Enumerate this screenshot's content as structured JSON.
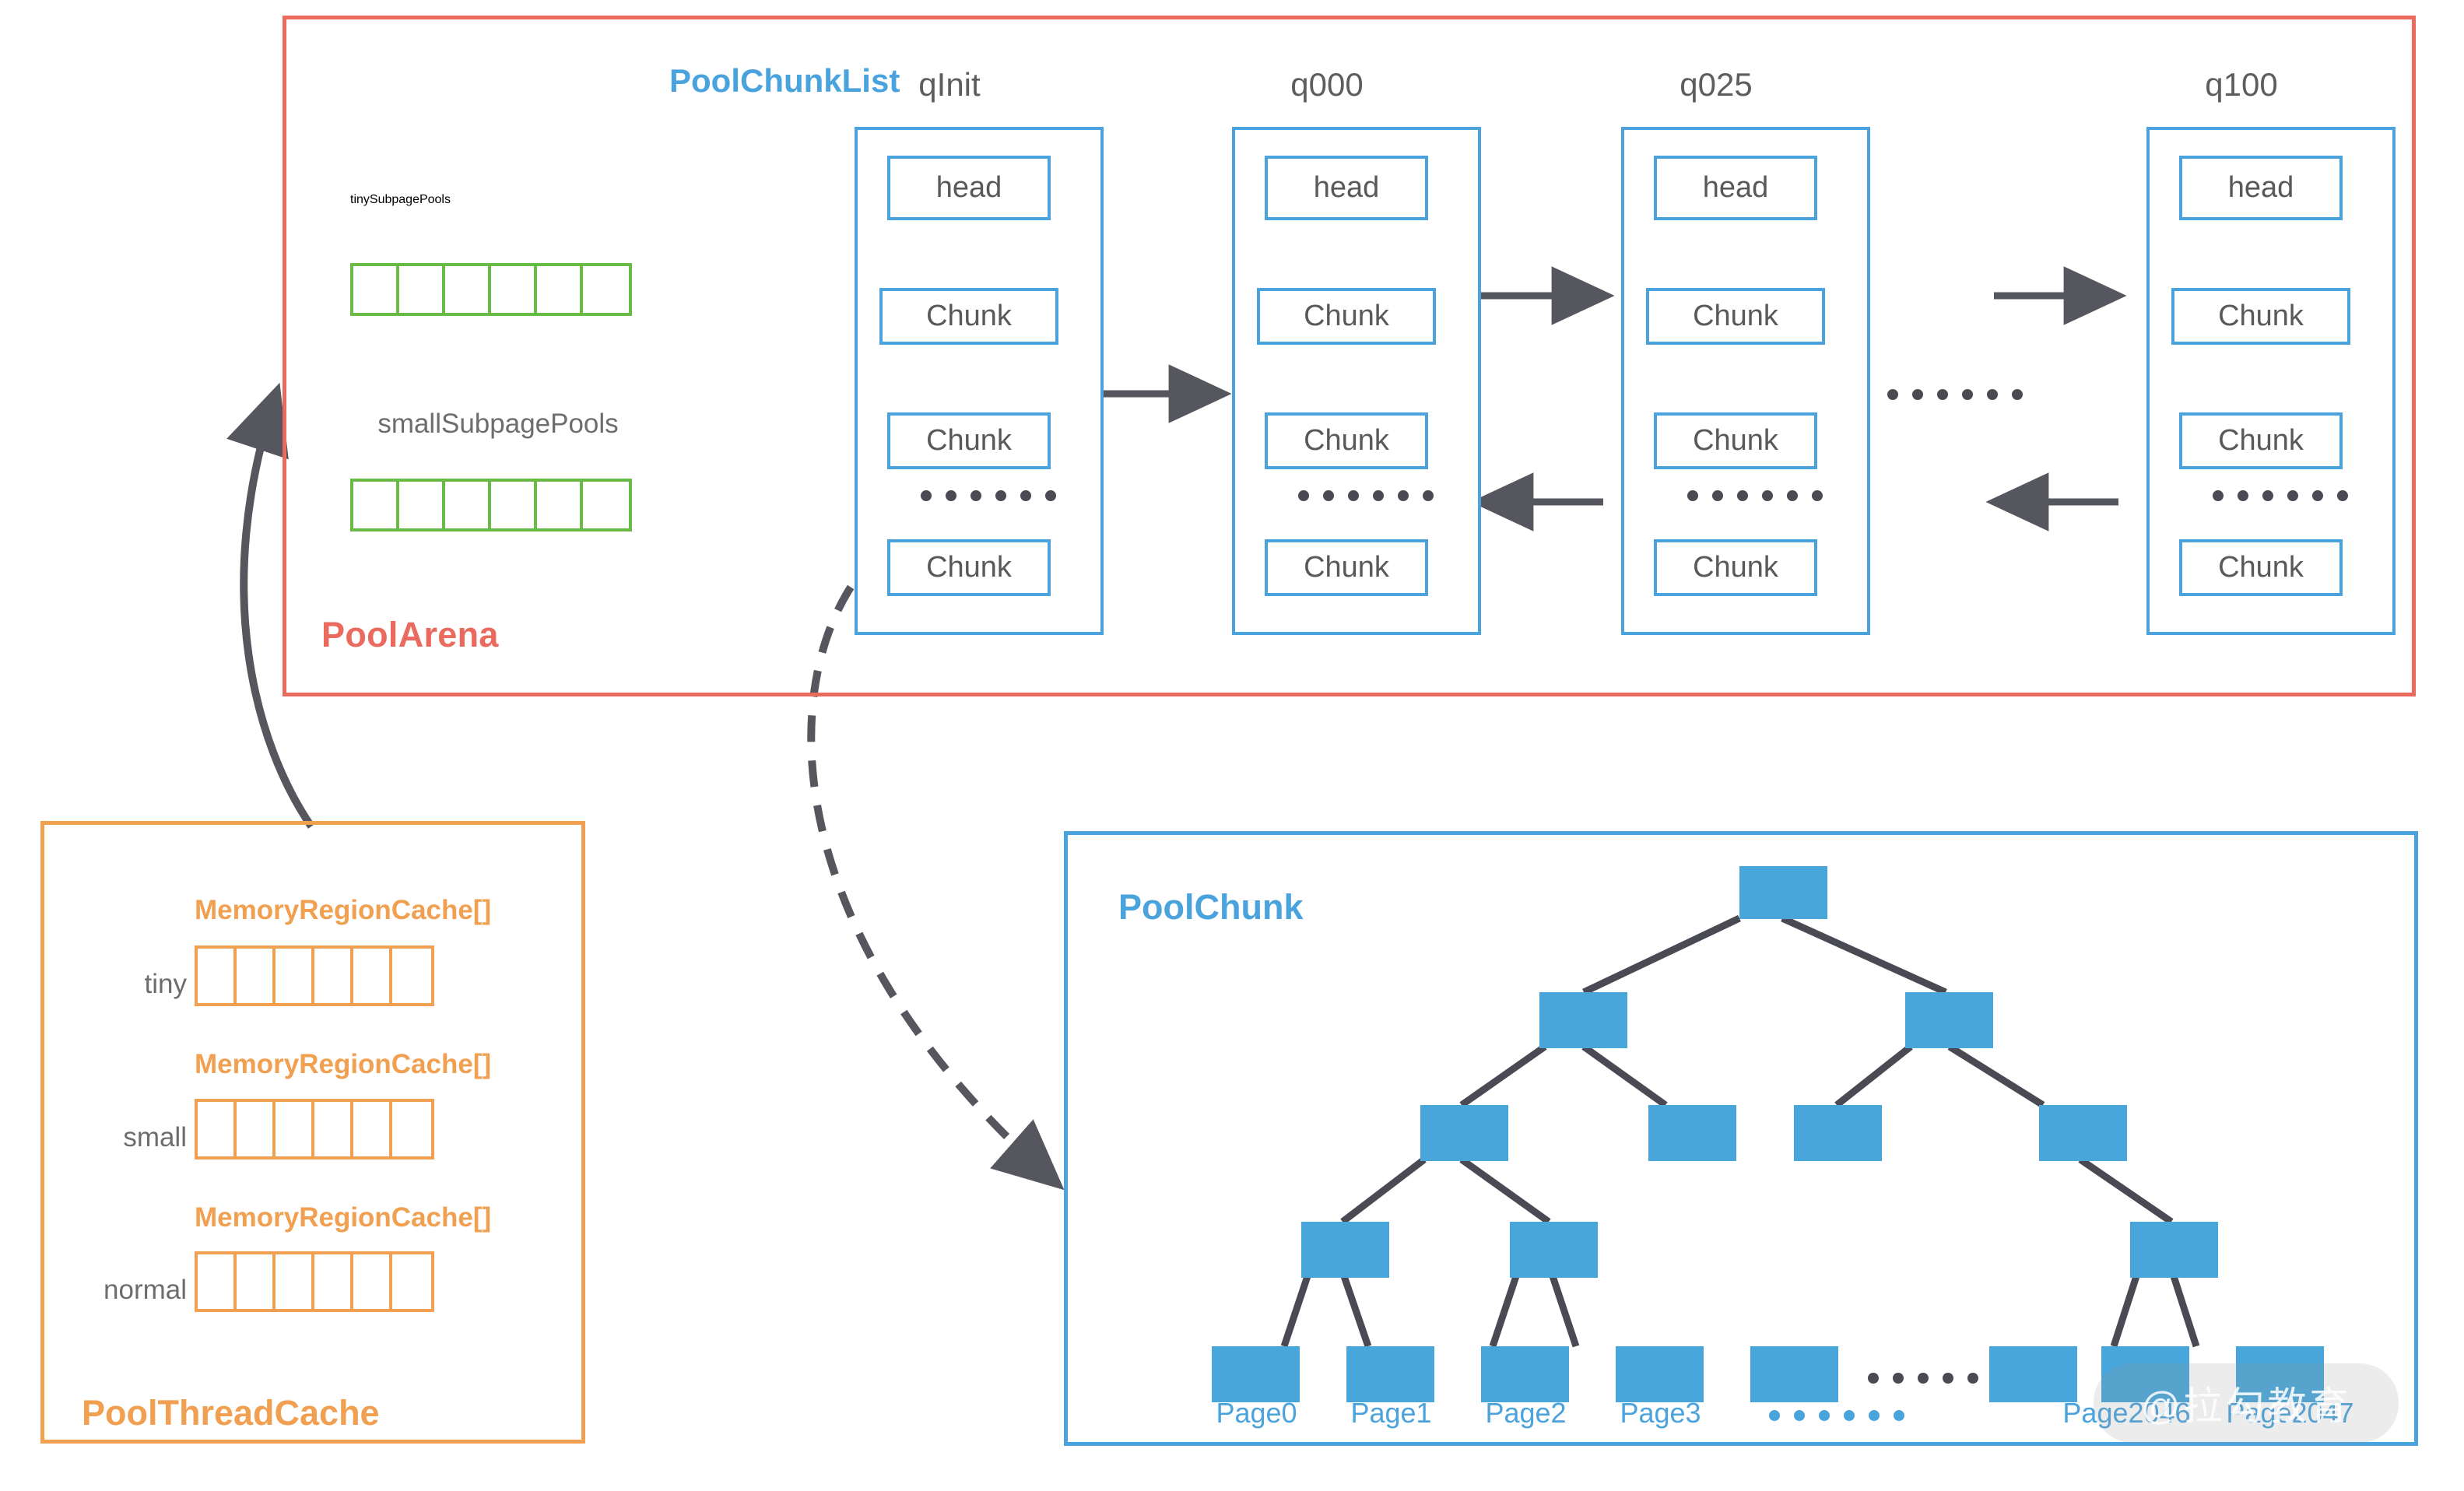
{
  "pool_arena": {
    "label": "PoolArena",
    "border_color": "#ea6a5e",
    "chunklist_label": "PoolChunkList",
    "subpage_pools": [
      {
        "title": "tinySubpagePools",
        "cells": 6,
        "color": "#68bb45"
      },
      {
        "title": "smallSubpagePools",
        "cells": 6,
        "color": "#68bb45"
      }
    ],
    "chunk_lists": [
      {
        "title": "qInit",
        "nodes": [
          "head",
          "Chunk",
          "Chunk",
          "Chunk"
        ],
        "ellipsis": "• • • • • •"
      },
      {
        "title": "q000",
        "nodes": [
          "head",
          "Chunk",
          "Chunk",
          "Chunk"
        ],
        "ellipsis": "• • • • • •"
      },
      {
        "title": "q025",
        "nodes": [
          "head",
          "Chunk",
          "Chunk",
          "Chunk"
        ],
        "ellipsis": "• • • • • •"
      },
      {
        "title": "q100",
        "nodes": [
          "head",
          "Chunk",
          "Chunk",
          "Chunk"
        ],
        "ellipsis": "• • • • • •"
      }
    ],
    "between_lists_ellipsis": "• • • • • •"
  },
  "pool_thread_cache": {
    "label": "PoolThreadCache",
    "border_color": "#f0a050",
    "rows": [
      {
        "array_title": "MemoryRegionCache[]",
        "row_label": "tiny",
        "cells": 6
      },
      {
        "array_title": "MemoryRegionCache[]",
        "row_label": "small",
        "cells": 6
      },
      {
        "array_title": "MemoryRegionCache[]",
        "row_label": "normal",
        "cells": 6
      }
    ]
  },
  "pool_chunk": {
    "label": "PoolChunk",
    "border_color": "#4ba3dd",
    "node_color": "#48a6db",
    "page_labels": [
      "Page0",
      "Page1",
      "Page2",
      "Page3",
      "Page2046",
      "Page2047"
    ],
    "page_label_ellipsis": "• • • • • •",
    "leaf_ellipsis": "• • • • • •"
  },
  "watermark": {
    "text": "@拉勾教育"
  },
  "colors": {
    "arena": "#ea6a5e",
    "chunklist": "#4ba3dd",
    "subpage": "#68bb45",
    "thread_cache": "#f0a050",
    "arrow": "#56565f",
    "text": "#6d6d6d"
  }
}
